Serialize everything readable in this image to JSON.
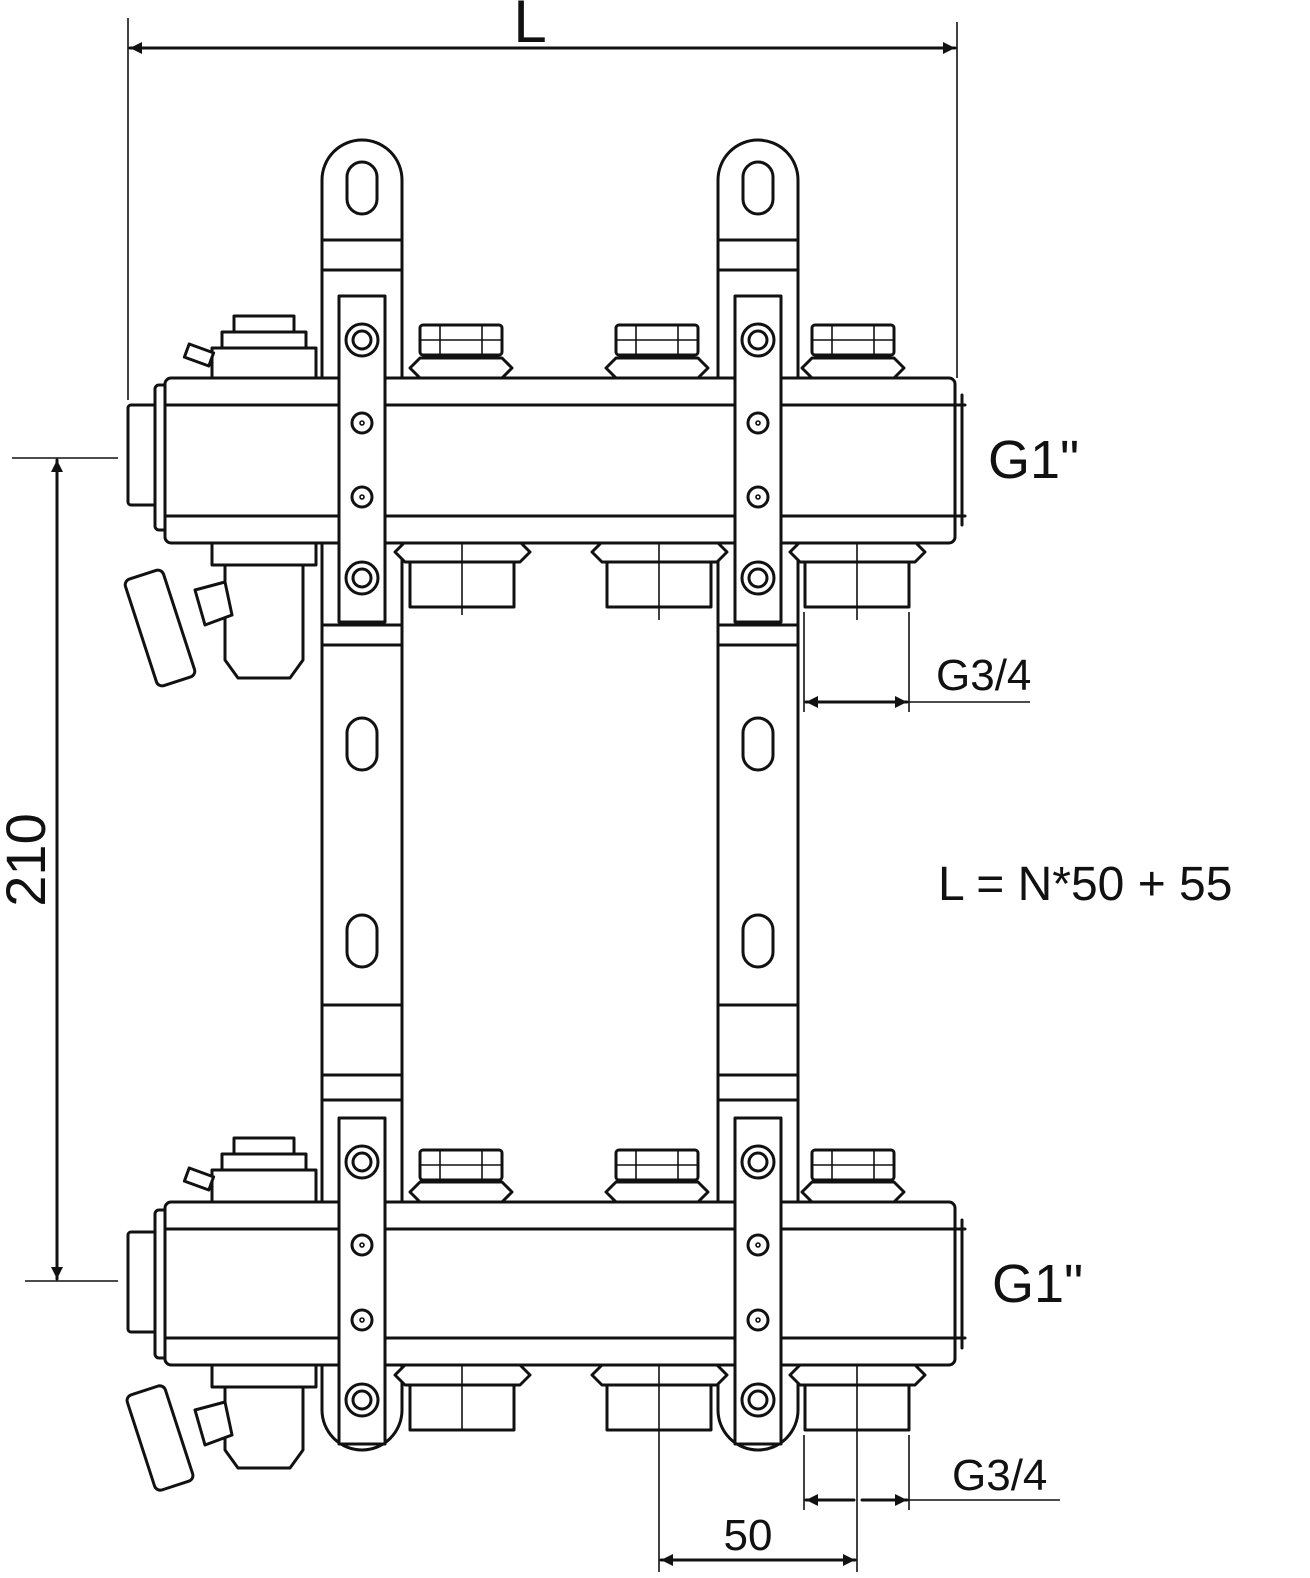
{
  "drawing": {
    "dim_length_label": "L",
    "dim_height_label": "210",
    "dim_pitch_label": "50",
    "thread_main_top": "G1\"",
    "thread_main_bottom": "G1\"",
    "thread_outlet_top": "G3/4",
    "thread_outlet_bottom": "G3/4",
    "formula": "L = N*50 + 55"
  }
}
